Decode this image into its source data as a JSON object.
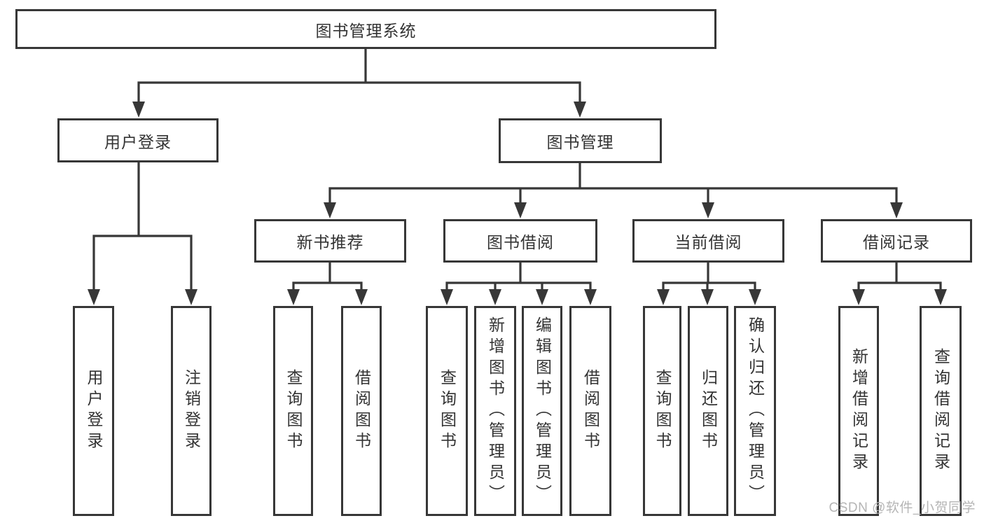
{
  "diagram": {
    "root": {
      "label": "图书管理系统"
    },
    "level2": [
      {
        "label": "用户登录"
      },
      {
        "label": "图书管理"
      }
    ],
    "level3": [
      {
        "label": "新书推荐",
        "parent": "图书管理"
      },
      {
        "label": "图书借阅",
        "parent": "图书管理"
      },
      {
        "label": "当前借阅",
        "parent": "图书管理"
      },
      {
        "label": "借阅记录",
        "parent": "图书管理"
      }
    ],
    "leaves": [
      {
        "label": "用户登录",
        "parent": "用户登录"
      },
      {
        "label": "注销登录",
        "parent": "用户登录"
      },
      {
        "label": "查询图书",
        "parent": "新书推荐"
      },
      {
        "label": "借阅图书",
        "parent": "新书推荐"
      },
      {
        "label": "查询图书",
        "parent": "图书借阅"
      },
      {
        "label": "新增图书（管理员）",
        "parent": "图书借阅"
      },
      {
        "label": "编辑图书（管理员）",
        "parent": "图书借阅"
      },
      {
        "label": "借阅图书",
        "parent": "图书借阅"
      },
      {
        "label": "查询图书",
        "parent": "当前借阅"
      },
      {
        "label": "归还图书",
        "parent": "当前借阅"
      },
      {
        "label": "确认归还（管理员）",
        "parent": "当前借阅"
      },
      {
        "label": "新增借阅记录",
        "parent": "借阅记录"
      },
      {
        "label": "查询借阅记录",
        "parent": "借阅记录"
      }
    ],
    "colors": {
      "line": "#373737",
      "box_border": "#373737",
      "box_background": "#ffffff",
      "text": "#333333"
    }
  },
  "watermark": {
    "text": "CSDN @软件_小贺同学",
    "color": "#b5b5b5"
  }
}
